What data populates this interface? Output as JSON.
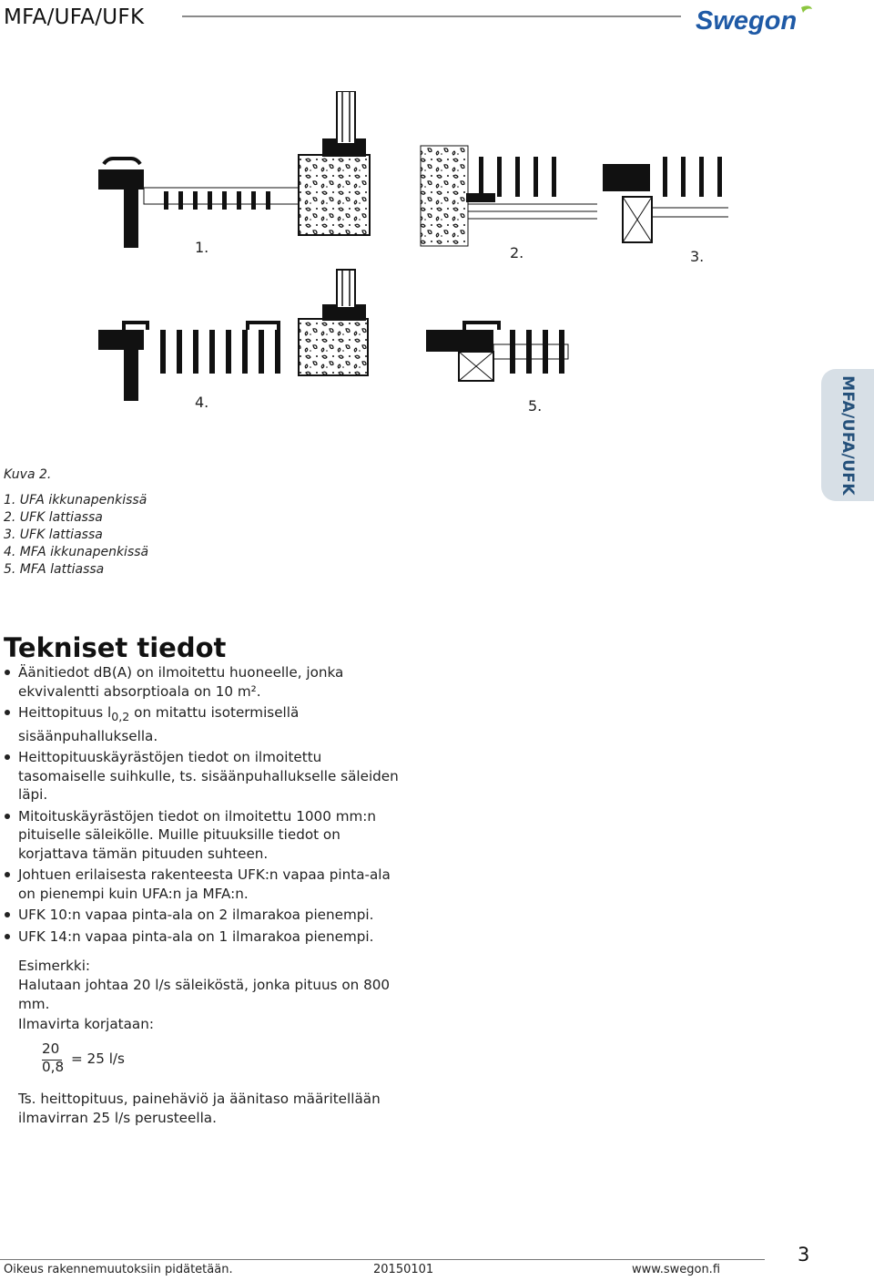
{
  "header": {
    "title": "MFA/UFA/UFK",
    "logo_text": "Swegon"
  },
  "side_tab": {
    "label": "MFA/UFA/UFK"
  },
  "figure": {
    "numbers": [
      "1.",
      "2.",
      "3.",
      "4.",
      "5."
    ]
  },
  "caption": {
    "title": "Kuva 2.",
    "items": [
      "1. UFA ikkunapenkissä",
      "2. UFK lattiassa",
      "3. UFK lattiassa",
      "4. MFA ikkunapenkissä",
      "5. MFA lattiassa"
    ]
  },
  "tech": {
    "title": "Tekniset tiedot",
    "bullets": [
      "Äänitiedot dB(A) on ilmoitettu huoneelle, jonka ekvivalentti absorptioala on 10 m².",
      "Heittopituus l0,2 on mitattu isotermisellä sisäänpuhallukséella.",
      "Heittopituuskäyrästöjen tiedot on ilmoitettu tasomaiselle suihkulle, ts. sisäänpuhallukselle säleiden läpi.",
      "Mitoituskäyrästöjen tiedot on ilmoitettu 1000 mm:n pituiselle säleikölle. Muille pituuksille tiedot on korjattava tämän pituuden suhteen.",
      "Johtuen erilaisesta rakenteesta UFK:n vapaa pinta-ala on pienempi kuin UFA:n ja MFA:n.",
      "UFK 10:n vapaa pinta-ala on 2 ilmarakoa pienempi.",
      "UFK 14:n vapaa pinta-ala on 1 ilmarakoa pienempi."
    ],
    "bullet2_parts": {
      "pre": "Heittopituus l",
      "sub": "0,2",
      "post": " on mitattu isotermisellä sisäänpuhalluksella."
    }
  },
  "example": {
    "label": "Esimerkki:",
    "text": "Halutaan johtaa 20 l/s säleiköstä, jonka pituus on 800 mm.",
    "correction_label": "Ilmavirta korjataan:",
    "numerator": "20",
    "denominator": "0,8",
    "result": "= 25 l/s",
    "conclusion": "Ts. heittopituus, painehäviö ja äänitaso määritellään ilmavirran 25 l/s perusteella."
  },
  "footer": {
    "notice": "Oikeus rakennemuutoksiin pidätetään.",
    "date": "20150101",
    "website": "www.swegon.fi",
    "page_number": "3"
  },
  "colors": {
    "tab_bg": "#d7dfe6",
    "tab_text": "#24507a",
    "logo_blue": "#1f5aa6",
    "logo_green": "#8cc63f"
  }
}
